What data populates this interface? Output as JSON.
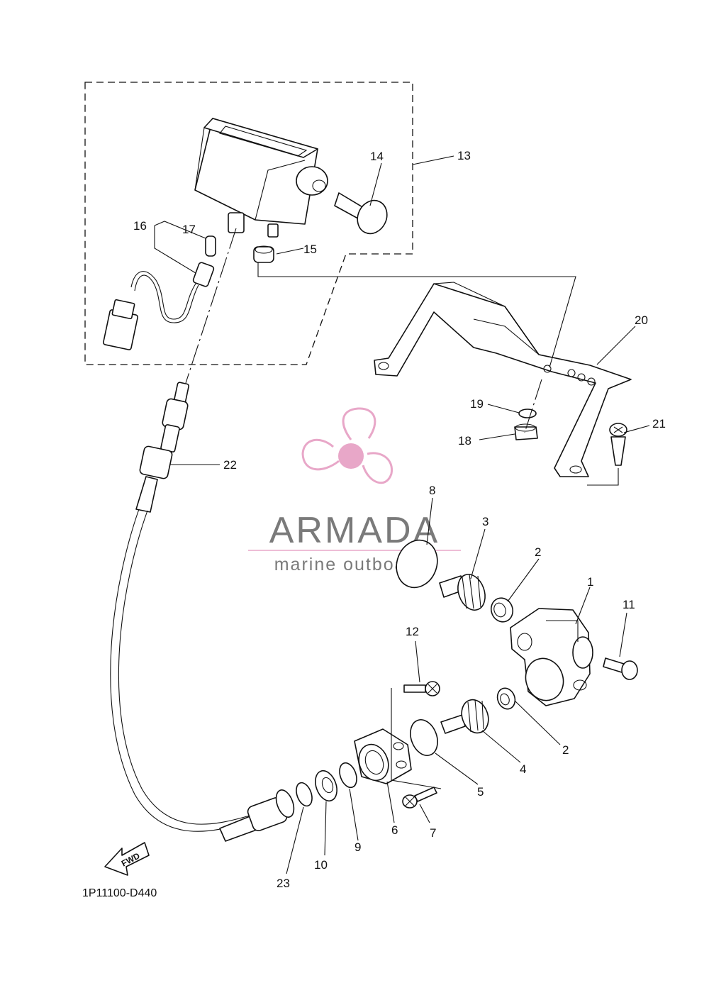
{
  "diagram": {
    "code": "1P11100-D440",
    "fwd_label": "FWD",
    "callouts": {
      "c1": "1",
      "c2a": "2",
      "c2b": "2",
      "c3": "3",
      "c4": "4",
      "c5": "5",
      "c6": "6",
      "c7": "7",
      "c8": "8",
      "c9": "9",
      "c10": "10",
      "c11": "11",
      "c12": "12",
      "c13": "13",
      "c14": "14",
      "c15": "15",
      "c16": "16",
      "c17": "17",
      "c18": "18",
      "c19": "19",
      "c20": "20",
      "c21": "21",
      "c22": "22",
      "c23": "23"
    }
  },
  "watermark": {
    "brand": "ARMADA",
    "tagline": "marine outboards",
    "color": "#e8a7c8",
    "text_color": "#7a7a7a",
    "logo_icon": "propeller-icon"
  }
}
